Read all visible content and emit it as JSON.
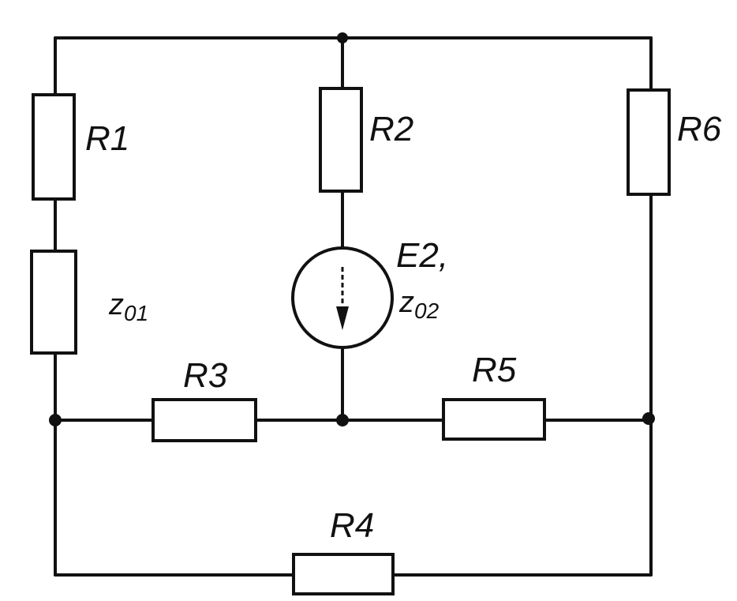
{
  "labels": {
    "r1": "R1",
    "r2": "R2",
    "r3": "R3",
    "r4": "R4",
    "r5": "R5",
    "r6": "R6",
    "r01": "z",
    "r01_sub": "01",
    "e2": "E2,",
    "r02": "z",
    "r02_sub": "02"
  },
  "colors": {
    "ink": "#111111",
    "background": "#ffffff"
  }
}
